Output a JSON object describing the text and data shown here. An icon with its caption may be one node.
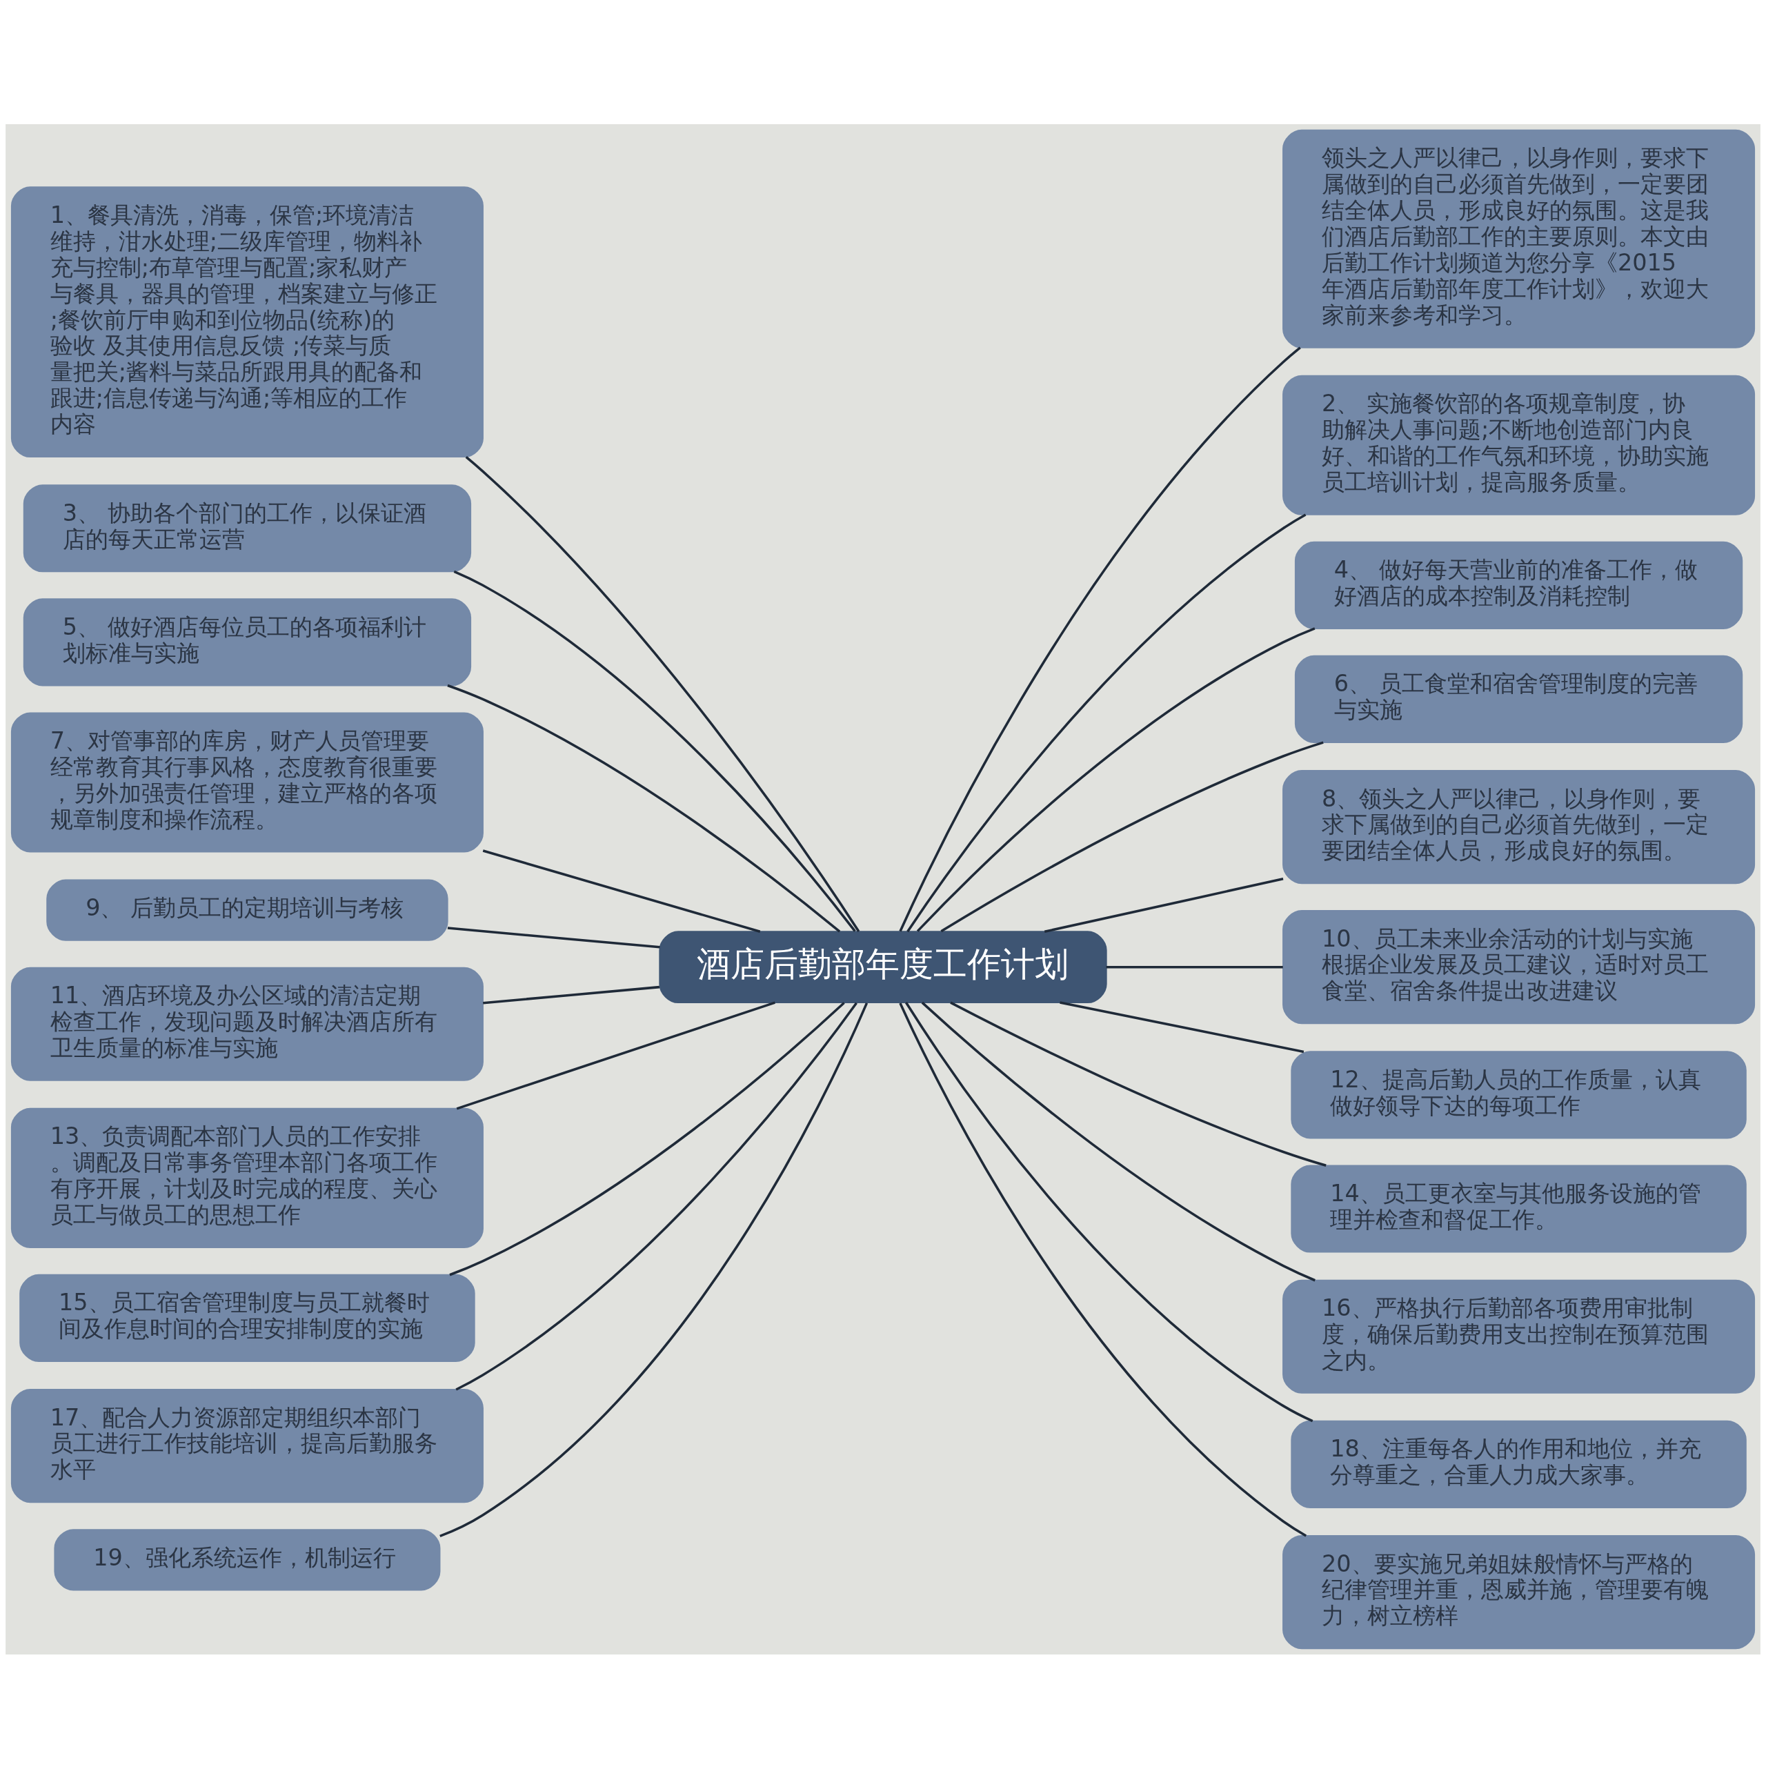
{
  "diagram": {
    "nodes": [
      {
        "text": [
          "酒店后勤部年度工作计划"
        ]
      },
      {
        "text": [
          "1、餐具清洗，消毒，保管;环境清洁维持，泔水处理;二级库管理，物料补充与控制;布草管理与配置;家私财产与餐具，器具的管理，档案建立与修正;餐饮前厅申购和到位物品(统称)的验收 及其使用信息反馈 ;传菜与质量把关;酱料与菜品所跟用具的配备和跟进;信息传递与沟通;等相应的工作内容"
        ]
      },
      {
        "text": [
          "3、 协助各个部门的工作，以保证酒店的每天正常运营"
        ]
      },
      {
        "text": [
          "5、 做好酒店每位员工的各项福利计划标准与实施"
        ]
      },
      {
        "text": [
          "7、对管事部的库房，财产人员管理要经常教育其行事风格，态度教育很重要，另外加强责任管理，建立严格的各项规章制度和操作流程。"
        ]
      },
      {
        "text": [
          "9、 后勤员工的定期培训与考核"
        ]
      },
      {
        "text": [
          "11、酒店环境及办公区域的清洁定期检查工作，发现问题及时解决酒店所有卫生质量的标准与实施"
        ]
      },
      {
        "text": [
          "13、负责调配本部门人员的工作安排。调配及日常事务管理本部门各项工作有序开展，计划及时完成的程度、关心员工与做员工的思想工作"
        ]
      },
      {
        "text": [
          "15、员工宿舍管理制度与员工就餐时间及作息时间的合理安排制度的实施"
        ]
      },
      {
        "text": [
          "17、配合人力资源部定期组织本部门员工进行工作技能培训，提高后勤服务水平"
        ]
      },
      {
        "text": [
          "19、强化系统运作，机制运行"
        ]
      },
      {
        "text": [
          "领头之人严以律己，以身作则，要求下属做到的自己必须首先做到，一定要团结全体人员，形成良好的氛围。这是我们酒店后勤部工作的主要原则。本文由后勤工作计划频道为您分享《2015年酒店后勤部年度工作计划》，欢迎大家前来参考和学习。"
        ]
      },
      {
        "text": [
          "2、 实施餐饮部的各项规章制度，协助解决人事问题;不断地创造部门内良好、和谐的工作气氛和环境，协助实施员工培训计划，提高服务质量。"
        ]
      },
      {
        "text": [
          "4、 做好每天营业前的准备工作，做好酒店的成本控制及消耗控制"
        ]
      },
      {
        "text": [
          "6、 员工食堂和宿舍管理制度的完善与实施"
        ]
      },
      {
        "text": [
          "8、领头之人严以律己，以身作则，要求下属做到的自己必须首先做到，一定要团结全体人员，形成良好的氛围。"
        ]
      },
      {
        "text": [
          "10、员工未来业余活动的计划与实施根据企业发展及员工建议，适时对员工食堂、宿舍条件提出改进建议"
        ]
      },
      {
        "text": [
          "12、提高后勤人员的工作质量，认真做好领导下达的每项工作"
        ]
      },
      {
        "text": [
          "14、员工更衣室与其他服务设施的管理并检查和督促工作。"
        ]
      },
      {
        "text": [
          "16、严格执行后勤部各项费用审批制度，确保后勤费用支出控制在预算范围之内。"
        ]
      },
      {
        "text": [
          "18、注重每各人的作用和地位，并充分尊重之，合重人力成大家事。"
        ]
      },
      {
        "text": [
          "20、要实施兄弟姐妹般情怀与严格的纪律管理并重，恩威并施，管理要有魄力，树立榜样"
        ]
      }
    ],
    "edges": [
      {
        "from": 1,
        "to": 0,
        "arrow": "none"
      },
      {
        "from": 2,
        "to": 0,
        "arrow": "none"
      },
      {
        "from": 3,
        "to": 0,
        "arrow": "none"
      },
      {
        "from": 4,
        "to": 0,
        "arrow": "none"
      },
      {
        "from": 5,
        "to": 0,
        "arrow": "none"
      },
      {
        "from": 6,
        "to": 0,
        "arrow": "none"
      },
      {
        "from": 7,
        "to": 0,
        "arrow": "none"
      },
      {
        "from": 8,
        "to": 0,
        "arrow": "none"
      },
      {
        "from": 9,
        "to": 0,
        "arrow": "none"
      },
      {
        "from": 10,
        "to": 0,
        "arrow": "none"
      },
      {
        "from": 0,
        "to": 11,
        "arrow": "none"
      },
      {
        "from": 0,
        "to": 12,
        "arrow": "none"
      },
      {
        "from": 0,
        "to": 13,
        "arrow": "none"
      },
      {
        "from": 0,
        "to": 14,
        "arrow": "none"
      },
      {
        "from": 0,
        "to": 15,
        "arrow": "none"
      },
      {
        "from": 0,
        "to": 16,
        "arrow": "none"
      },
      {
        "from": 0,
        "to": 17,
        "arrow": "none"
      },
      {
        "from": 0,
        "to": 18,
        "arrow": "none"
      },
      {
        "from": 0,
        "to": 19,
        "arrow": "none"
      },
      {
        "from": 0,
        "to": 20,
        "arrow": "none"
      },
      {
        "from": 0,
        "to": 21,
        "arrow": "none"
      }
    ]
  }
}
